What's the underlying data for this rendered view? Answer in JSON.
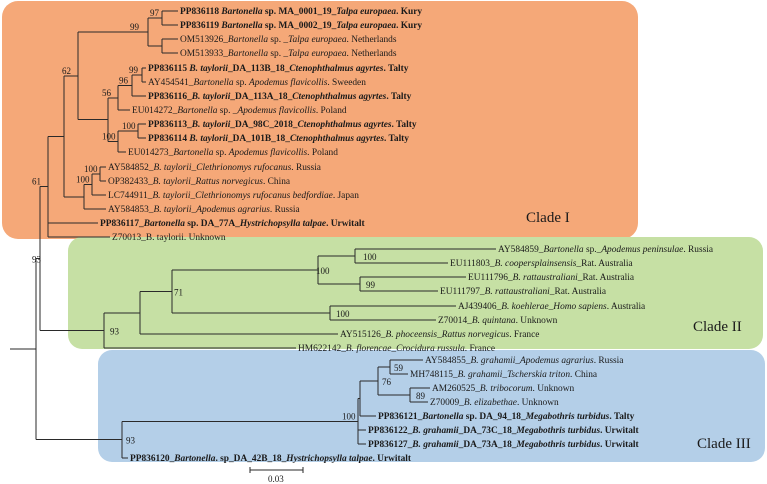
{
  "clades": [
    {
      "label": "Clade I",
      "color": "#f5a878"
    },
    {
      "label": "Clade II",
      "color": "#c6e0a4"
    },
    {
      "label": "Clade III",
      "color": "#b4cfe8"
    }
  ],
  "scale_bar": {
    "label": "0.03"
  },
  "taxa": [
    {
      "id": "PP836118",
      "bold": true,
      "parts": [
        [
          "PP836118 ",
          "n"
        ],
        [
          "Bartonella",
          "i"
        ],
        [
          " sp. MA_0001_19_",
          "n"
        ],
        [
          "Talpa europaea",
          "i"
        ],
        [
          ". Kury",
          "n"
        ]
      ]
    },
    {
      "id": "PP836119",
      "bold": true,
      "parts": [
        [
          "PP836119 ",
          "n"
        ],
        [
          "Bartonella",
          "i"
        ],
        [
          " sp. MA_0002_19_",
          "n"
        ],
        [
          "Talpa europaea",
          "i"
        ],
        [
          ". Kury",
          "n"
        ]
      ]
    },
    {
      "id": "OM513926",
      "bold": false,
      "parts": [
        [
          "OM513926_",
          "n"
        ],
        [
          "Bartonella",
          "i"
        ],
        [
          " sp. _",
          "n"
        ],
        [
          "Talpa europaea",
          "i"
        ],
        [
          ". Netherlands",
          "n"
        ]
      ]
    },
    {
      "id": "OM513933",
      "bold": false,
      "parts": [
        [
          "OM513933_",
          "n"
        ],
        [
          "Bartonella",
          "i"
        ],
        [
          " sp. _",
          "n"
        ],
        [
          "Talpa europaea",
          "i"
        ],
        [
          ". Netherlands",
          "n"
        ]
      ]
    },
    {
      "id": "PP836115",
      "bold": true,
      "parts": [
        [
          "PP836115 ",
          "n"
        ],
        [
          "B. taylorii",
          "i"
        ],
        [
          "_DA_113B_18_",
          "n"
        ],
        [
          "Ctenophthalmus agyrtes",
          "i"
        ],
        [
          ". Talty",
          "n"
        ]
      ]
    },
    {
      "id": "AY454541",
      "bold": false,
      "parts": [
        [
          "AY454541_",
          "n"
        ],
        [
          "Bartonella",
          "i"
        ],
        [
          " sp. ",
          "n"
        ],
        [
          "Apodemus flavicollis",
          "i"
        ],
        [
          ". Sweeden",
          "n"
        ]
      ]
    },
    {
      "id": "PP836116",
      "bold": true,
      "parts": [
        [
          "PP836116_",
          "n"
        ],
        [
          "B. taylorii",
          "i"
        ],
        [
          "_DA_113A_18_",
          "n"
        ],
        [
          "Ctenophthalmus agyrtes",
          "i"
        ],
        [
          ". Talty",
          "n"
        ]
      ]
    },
    {
      "id": "EU014272",
      "bold": false,
      "parts": [
        [
          "EU014272_",
          "n"
        ],
        [
          "Bartonella",
          "i"
        ],
        [
          " sp. _",
          "n"
        ],
        [
          "Apodemus flavicollis",
          "i"
        ],
        [
          ". Poland",
          "n"
        ]
      ]
    },
    {
      "id": "PP836113",
      "bold": true,
      "parts": [
        [
          "PP836113_",
          "n"
        ],
        [
          "B. taylorii",
          "i"
        ],
        [
          "_DA_98C_2018_",
          "n"
        ],
        [
          "Ctenophthalmus agyrtes",
          "i"
        ],
        [
          ". Talty",
          "n"
        ]
      ]
    },
    {
      "id": "PP836114",
      "bold": true,
      "parts": [
        [
          "PP836114 ",
          "n"
        ],
        [
          "B. taylorii",
          "i"
        ],
        [
          "_DA_101B_18_",
          "n"
        ],
        [
          "Ctenophthalmus agyrtes",
          "i"
        ],
        [
          ". Talty",
          "n"
        ]
      ]
    },
    {
      "id": "EU014273",
      "bold": false,
      "parts": [
        [
          "EU014273_",
          "n"
        ],
        [
          "Bartonella",
          "i"
        ],
        [
          " sp. ",
          "n"
        ],
        [
          "Apodemus flavicollis",
          "i"
        ],
        [
          ". Poland",
          "n"
        ]
      ]
    },
    {
      "id": "AY584852",
      "bold": false,
      "parts": [
        [
          "AY584852_",
          "n"
        ],
        [
          "B. taylorii",
          "i"
        ],
        [
          "_",
          "n"
        ],
        [
          "Clethrionomys rufocanus",
          "i"
        ],
        [
          ". Russia",
          "n"
        ]
      ]
    },
    {
      "id": "OP382433",
      "bold": false,
      "parts": [
        [
          "OP382433_",
          "n"
        ],
        [
          "B. taylorii",
          "i"
        ],
        [
          "_",
          "n"
        ],
        [
          "Rattus norvegicus",
          "i"
        ],
        [
          ". China",
          "n"
        ]
      ]
    },
    {
      "id": "LC744911",
      "bold": false,
      "parts": [
        [
          "LC744911_",
          "n"
        ],
        [
          "B. taylorii",
          "i"
        ],
        [
          "_",
          "n"
        ],
        [
          "Clethrionomys rufocanus bedfordiae",
          "i"
        ],
        [
          ". Japan",
          "n"
        ]
      ]
    },
    {
      "id": "AY584853",
      "bold": false,
      "parts": [
        [
          "AY584853_",
          "n"
        ],
        [
          "B. taylorii",
          "i"
        ],
        [
          "_",
          "n"
        ],
        [
          "Apodemus agrarius",
          "i"
        ],
        [
          ". Russia",
          "n"
        ]
      ]
    },
    {
      "id": "PP836117",
      "bold": true,
      "parts": [
        [
          "PP836117_",
          "n"
        ],
        [
          "Bartonella",
          "i"
        ],
        [
          " sp. DA_77A_",
          "n"
        ],
        [
          "Hystrichopsylla talpae",
          "i"
        ],
        [
          ". Urwitalt",
          "n"
        ]
      ]
    },
    {
      "id": "Z70013",
      "bold": false,
      "parts": [
        [
          "Z70013_",
          "n"
        ],
        [
          "B. taylorii",
          "n"
        ],
        [
          ". Unknown",
          "n"
        ]
      ]
    },
    {
      "id": "AY584859",
      "bold": false,
      "parts": [
        [
          "AY584859_",
          "n"
        ],
        [
          "Bartonella",
          "i"
        ],
        [
          " sp._",
          "n"
        ],
        [
          "Apodemus peninsulae",
          "i"
        ],
        [
          ". Russia",
          "n"
        ]
      ]
    },
    {
      "id": "EU111803",
      "bold": false,
      "parts": [
        [
          "EU111803_",
          "n"
        ],
        [
          "B. coopersplainsensis",
          "i"
        ],
        [
          "_Rat. Australia",
          "n"
        ]
      ]
    },
    {
      "id": "EU111796",
      "bold": false,
      "parts": [
        [
          "EU111796_",
          "n"
        ],
        [
          "B. rattaustraliani",
          "i"
        ],
        [
          "_Rat. Australia",
          "n"
        ]
      ]
    },
    {
      "id": "EU111797",
      "bold": false,
      "parts": [
        [
          "EU111797_",
          "n"
        ],
        [
          "B. rattaustraliani",
          "i"
        ],
        [
          "_Rat. Australia",
          "n"
        ]
      ]
    },
    {
      "id": "AJ439406",
      "bold": false,
      "parts": [
        [
          "AJ439406_",
          "n"
        ],
        [
          "B. koehlerae",
          "i"
        ],
        [
          "_",
          "n"
        ],
        [
          "Homo sapiens",
          "i"
        ],
        [
          ". Australia",
          "n"
        ]
      ]
    },
    {
      "id": "Z70014",
      "bold": false,
      "parts": [
        [
          "Z70014_",
          "n"
        ],
        [
          "B. quintana",
          "i"
        ],
        [
          ". Unknown",
          "n"
        ]
      ]
    },
    {
      "id": "AY515126",
      "bold": false,
      "parts": [
        [
          "AY515126_",
          "n"
        ],
        [
          "B. phoceensis",
          "i"
        ],
        [
          "_",
          "n"
        ],
        [
          "Rattus norvegicus",
          "i"
        ],
        [
          ". France",
          "n"
        ]
      ]
    },
    {
      "id": "HM622142",
      "bold": false,
      "parts": [
        [
          "HM622142_",
          "n"
        ],
        [
          "B. florencae",
          "i"
        ],
        [
          "_",
          "n"
        ],
        [
          "Crocidura russula",
          "i"
        ],
        [
          ". France",
          "n"
        ]
      ]
    },
    {
      "id": "AY584855",
      "bold": false,
      "parts": [
        [
          "AY584855_",
          "n"
        ],
        [
          "B. grahamii",
          "i"
        ],
        [
          "_",
          "n"
        ],
        [
          "Apodemus agrarius",
          "i"
        ],
        [
          ". Russia",
          "n"
        ]
      ]
    },
    {
      "id": "MH748115",
      "bold": false,
      "parts": [
        [
          "MH748115_",
          "n"
        ],
        [
          "B. grahamii",
          "i"
        ],
        [
          "_",
          "n"
        ],
        [
          "Tscherskia triton",
          "i"
        ],
        [
          ". China",
          "n"
        ]
      ]
    },
    {
      "id": "AM260525",
      "bold": false,
      "parts": [
        [
          "AM260525_",
          "n"
        ],
        [
          "B. tribocorum",
          "i"
        ],
        [
          ". Unknown",
          "n"
        ]
      ]
    },
    {
      "id": "Z70009",
      "bold": false,
      "parts": [
        [
          "Z70009_",
          "n"
        ],
        [
          "B. elizabethae",
          "i"
        ],
        [
          ". Unknown",
          "n"
        ]
      ]
    },
    {
      "id": "PP836121",
      "bold": true,
      "parts": [
        [
          "PP836121_",
          "n"
        ],
        [
          "Bartonella",
          "i"
        ],
        [
          " sp. DA_94_18_",
          "n"
        ],
        [
          "Megabothris turbidus",
          "i"
        ],
        [
          ". Talty",
          "n"
        ]
      ]
    },
    {
      "id": "PP836122",
      "bold": true,
      "parts": [
        [
          "PP836122_",
          "n"
        ],
        [
          "B. grahamii",
          "i"
        ],
        [
          "_DA_73C_18_",
          "n"
        ],
        [
          "Megabothris turbidus",
          "i"
        ],
        [
          ". Urwitalt",
          "n"
        ]
      ]
    },
    {
      "id": "PP836127",
      "bold": true,
      "parts": [
        [
          "PP836127_",
          "n"
        ],
        [
          "B. grahamii",
          "i"
        ],
        [
          "_DA_73A_18_",
          "n"
        ],
        [
          "Megabothris turbidus",
          "i"
        ],
        [
          ". Urwitalt",
          "n"
        ]
      ]
    },
    {
      "id": "PP836120",
      "bold": true,
      "parts": [
        [
          "PP836120_",
          "n"
        ],
        [
          "Bartonella",
          "i"
        ],
        [
          ". sp_DA_42B_18_",
          "n"
        ],
        [
          "Hystrichopsylla talpae",
          "i"
        ],
        [
          ". Urwitalt",
          "n"
        ]
      ]
    }
  ],
  "bootstrap": [
    {
      "id": "b97",
      "value": "97"
    },
    {
      "id": "b99a",
      "value": "99"
    },
    {
      "id": "b56",
      "value": "56"
    },
    {
      "id": "b99b",
      "value": "99"
    },
    {
      "id": "b96",
      "value": "96"
    },
    {
      "id": "b100a",
      "value": "100"
    },
    {
      "id": "b100b",
      "value": "100"
    },
    {
      "id": "b62",
      "value": "62"
    },
    {
      "id": "b100c",
      "value": "100"
    },
    {
      "id": "b100d",
      "value": "100"
    },
    {
      "id": "b61",
      "value": "61"
    },
    {
      "id": "b93a",
      "value": "93"
    },
    {
      "id": "b100e",
      "value": "100"
    },
    {
      "id": "b100f",
      "value": "100"
    },
    {
      "id": "b99c",
      "value": "99"
    },
    {
      "id": "b71",
      "value": "71"
    },
    {
      "id": "b100g",
      "value": "100"
    },
    {
      "id": "b93b",
      "value": "93"
    },
    {
      "id": "b59",
      "value": "59"
    },
    {
      "id": "b76",
      "value": "76"
    },
    {
      "id": "b89",
      "value": "89"
    },
    {
      "id": "b100h",
      "value": "100"
    },
    {
      "id": "b93c",
      "value": "93"
    }
  ]
}
